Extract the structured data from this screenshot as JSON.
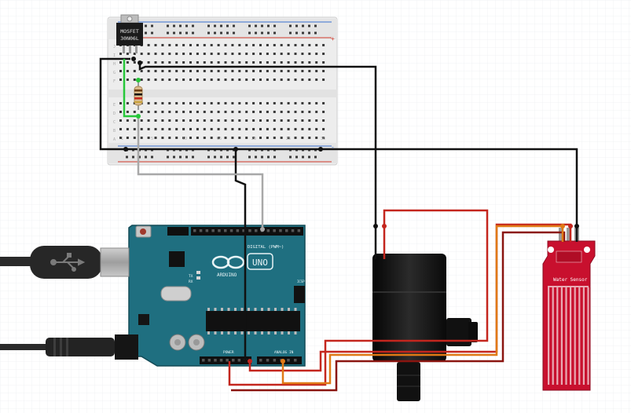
{
  "mosfet": {
    "line1": "MOSFET",
    "line2": "30N06L"
  },
  "breadboard": {
    "row_letters": [
      "J",
      "I",
      "H",
      "G",
      "F",
      "E",
      "D",
      "C",
      "B",
      "A"
    ],
    "column_numbers": [
      "1",
      "5",
      "10",
      "15",
      "20",
      "25",
      "30"
    ],
    "rail_plus": "+",
    "rail_minus": "-"
  },
  "arduino": {
    "digital_label": "DIGITAL (PWM~)",
    "uno_label": "UNO",
    "brand_label": "ARDUINO",
    "power_label": "POWER",
    "analog_label": "ANALOG IN",
    "tx_label": "TX",
    "rx_label": "RX",
    "icsp_label": "ICSP"
  },
  "sensor": {
    "label": "Water Sensor"
  },
  "colors": {
    "wire_black": "#111111",
    "wire_green": "#27c83a",
    "wire_gray": "#a8a8a8",
    "wire_red": "#c4261e",
    "wire_darkred": "#8a1510",
    "wire_orange": "#e07a16",
    "board_teal": "#1f6f80",
    "sensor_red": "#c8102e"
  }
}
